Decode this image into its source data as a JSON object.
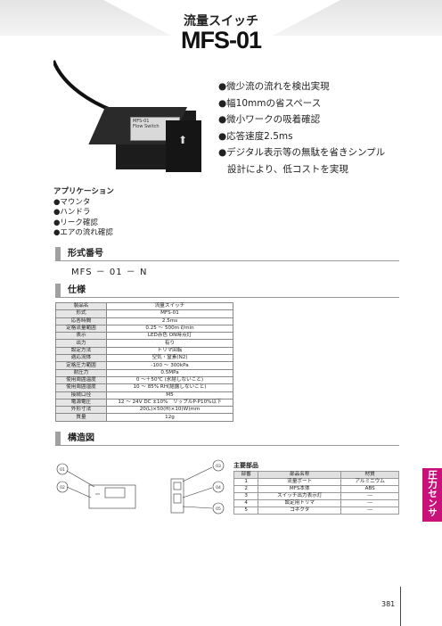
{
  "header": {
    "category": "流量スイッチ",
    "model": "MFS-01"
  },
  "features": [
    {
      "bullet": "●",
      "text": "微少流の流れを検出実現"
    },
    {
      "bullet": "●",
      "text": "幅10mmの省スペース"
    },
    {
      "bullet": "●",
      "text": "微小ワークの吸着確認"
    },
    {
      "bullet": "●",
      "text": "応答速度2.5ms"
    },
    {
      "bullet": "●",
      "text": "デジタル表示等の無駄を省きシンプル"
    },
    {
      "bullet": "",
      "text": "設計により、低コストを実現"
    }
  ],
  "application": {
    "heading": "アプリケーション",
    "items": [
      "●マウンタ",
      "●ハンドラ",
      "●リーク確認",
      "●エアの流れ確認"
    ]
  },
  "product_image": {
    "label_line1": "MFS-01",
    "label_line2": "Flow Switch"
  },
  "sections": {
    "model_number": "形式番号",
    "spec": "仕様",
    "structure": "構造図"
  },
  "model_code": "MFS － 01 － N",
  "spec_table": [
    {
      "key": "製品名",
      "value": "流量スイッチ"
    },
    {
      "key": "形式",
      "value": "MFS-01"
    },
    {
      "key": "応答時間",
      "value": "2.5ms"
    },
    {
      "key": "定格流量範囲",
      "value": "0.25 ～ 500m ℓ/min"
    },
    {
      "key": "表示",
      "value": "LED赤色 ON時点灯"
    },
    {
      "key": "出力",
      "value": "有り"
    },
    {
      "key": "設定方法",
      "value": "トリマ回転"
    },
    {
      "key": "適応流体",
      "value": "空気・窒素(N2)"
    },
    {
      "key": "定格圧力範囲",
      "value": "-100 ～ 300kPa"
    },
    {
      "key": "耐圧力",
      "value": "0.5MPa"
    },
    {
      "key": "使用周囲温度",
      "value": "0 ～＋50℃ (氷結しないこと)"
    },
    {
      "key": "使用周囲湿度",
      "value": "10 ～ 85% RH(結露しないこと)"
    },
    {
      "key": "接続口径",
      "value": "M5"
    },
    {
      "key": "電源電圧",
      "value": "12 ～ 24V DC ±10%　リップルP-P10%以下"
    },
    {
      "key": "外形寸法",
      "value": "20(L)×50(H)×10(W)mm"
    },
    {
      "key": "質量",
      "value": "12g"
    }
  ],
  "diagram_callouts": [
    "01",
    "02",
    "03",
    "04",
    "05"
  ],
  "parts": {
    "title": "主要部品",
    "headers": [
      "部番",
      "部品名称",
      "材質"
    ],
    "rows": [
      [
        "1",
        "流量ポート",
        "アルミニウム"
      ],
      [
        "2",
        "MFS本体",
        "ABS"
      ],
      [
        "3",
        "スイッチ出力表示灯",
        "―"
      ],
      [
        "4",
        "設定用トリマ",
        "―"
      ],
      [
        "5",
        "コネクタ",
        "―"
      ]
    ]
  },
  "side_tab": "圧力センサ",
  "page_number": "381",
  "colors": {
    "accent": "#c8127a",
    "heading_bar": "#a0a0a0"
  }
}
